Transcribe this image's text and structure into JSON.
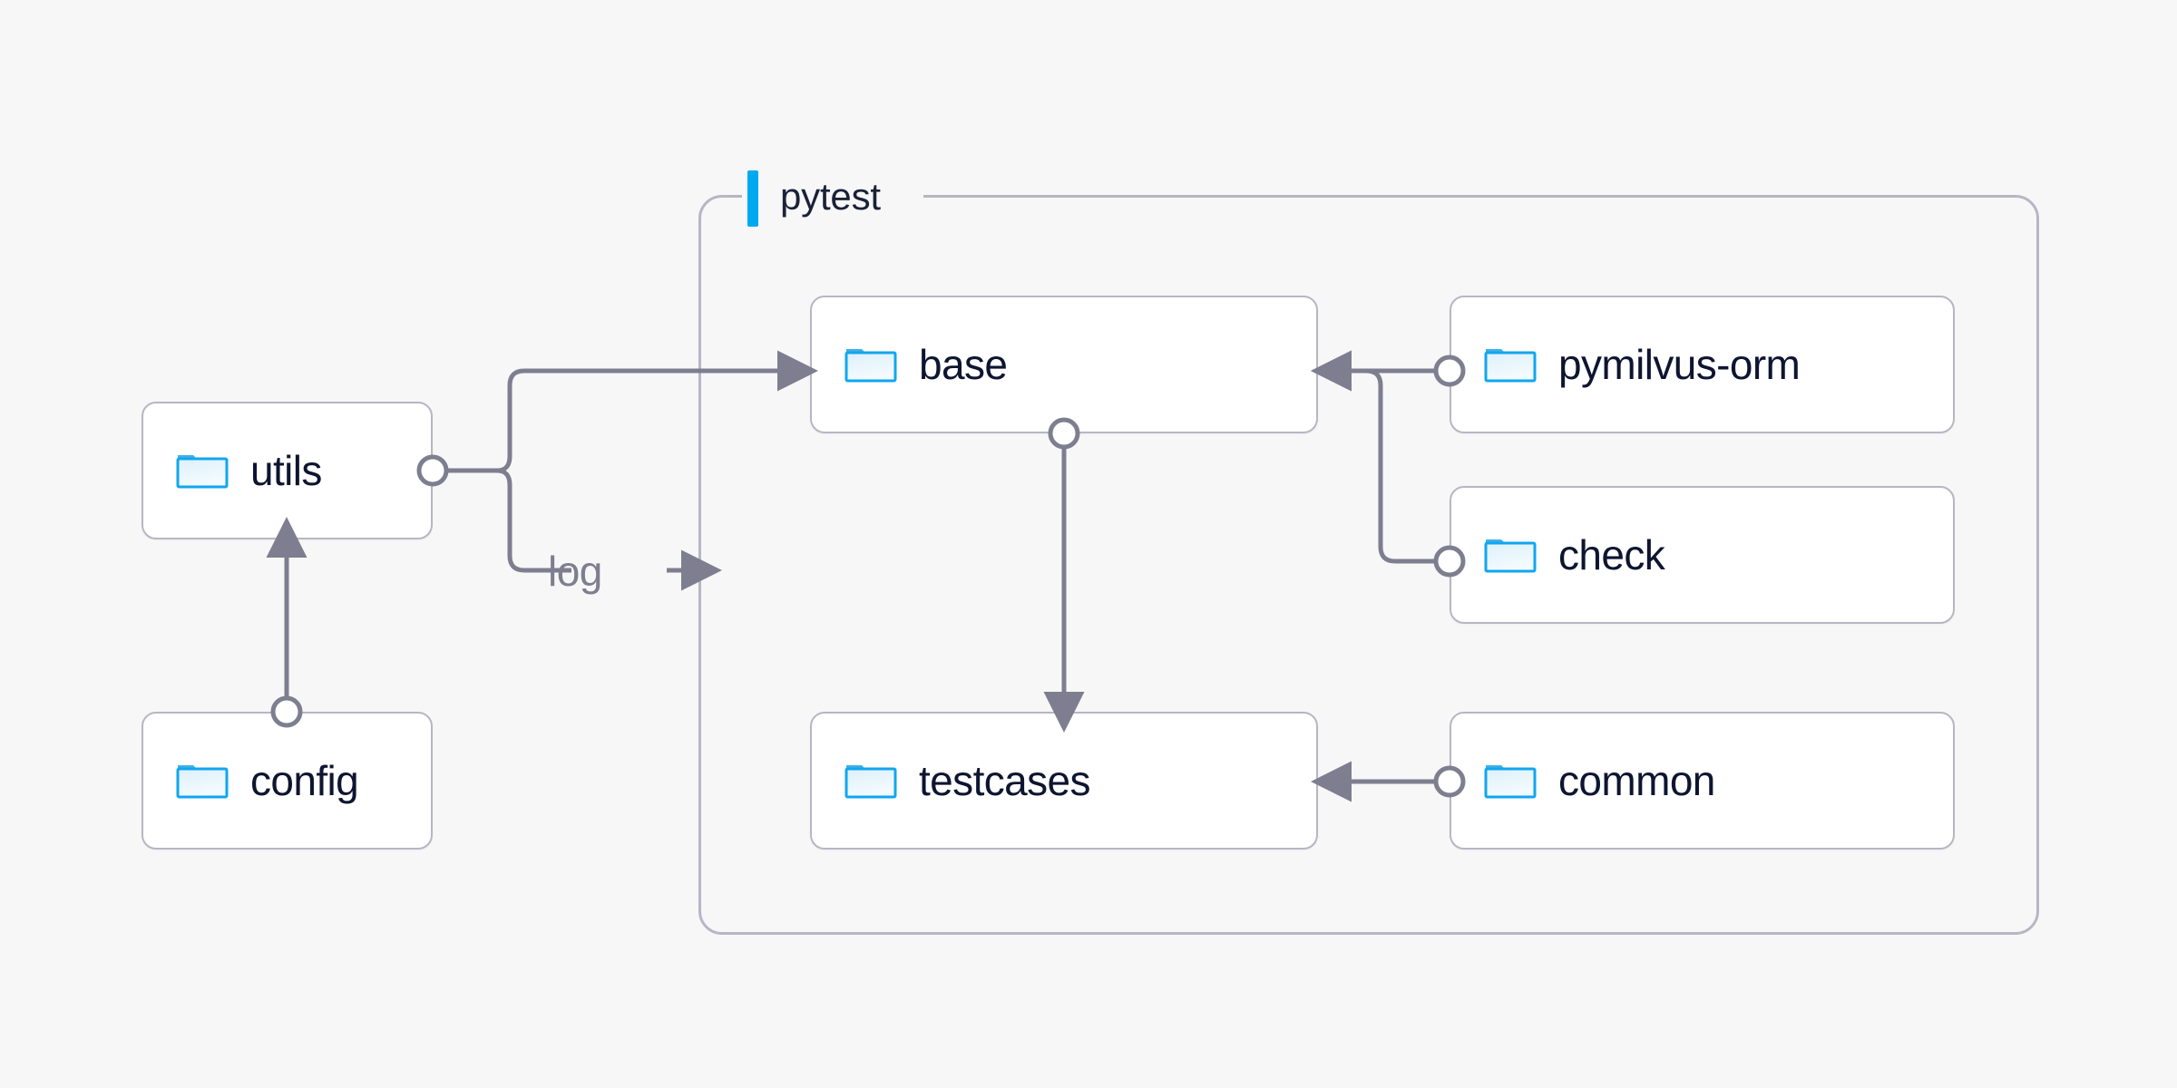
{
  "diagram": {
    "background_color": "#f7f7f7",
    "accent_color": "#00a8ef",
    "node_border_color": "#b8b6c4",
    "edge_color": "#7e7e90",
    "label_color": "#0d1530"
  },
  "group": {
    "label": "pytest",
    "accent_bar_color": "#00a8ef"
  },
  "nodes": [
    {
      "id": "utils",
      "label": "utils",
      "icon": "folder-icon"
    },
    {
      "id": "config",
      "label": "config",
      "icon": "folder-icon"
    },
    {
      "id": "base",
      "label": "base",
      "icon": "folder-icon"
    },
    {
      "id": "testcases",
      "label": "testcases",
      "icon": "folder-icon"
    },
    {
      "id": "pymilvus-orm",
      "label": "pymilvus-orm",
      "icon": "folder-icon"
    },
    {
      "id": "check",
      "label": "check",
      "icon": "folder-icon"
    },
    {
      "id": "common",
      "label": "common",
      "icon": "folder-icon"
    }
  ],
  "edges": [
    {
      "id": "utils-to-base",
      "from": "utils",
      "to": "base",
      "label": ""
    },
    {
      "id": "utils-to-log",
      "from": "utils",
      "to": "pytest",
      "label": "log"
    },
    {
      "id": "config-to-utils",
      "from": "config",
      "to": "utils",
      "label": ""
    },
    {
      "id": "base-to-testcases",
      "from": "base",
      "to": "testcases",
      "label": ""
    },
    {
      "id": "pymilvus-orm-to-base",
      "from": "pymilvus-orm",
      "to": "base",
      "label": ""
    },
    {
      "id": "check-to-base",
      "from": "check",
      "to": "base",
      "label": ""
    },
    {
      "id": "common-to-testcases",
      "from": "common",
      "to": "testcases",
      "label": ""
    }
  ],
  "edge_labels": {
    "log": "log",
    "log_arrow": "→"
  }
}
